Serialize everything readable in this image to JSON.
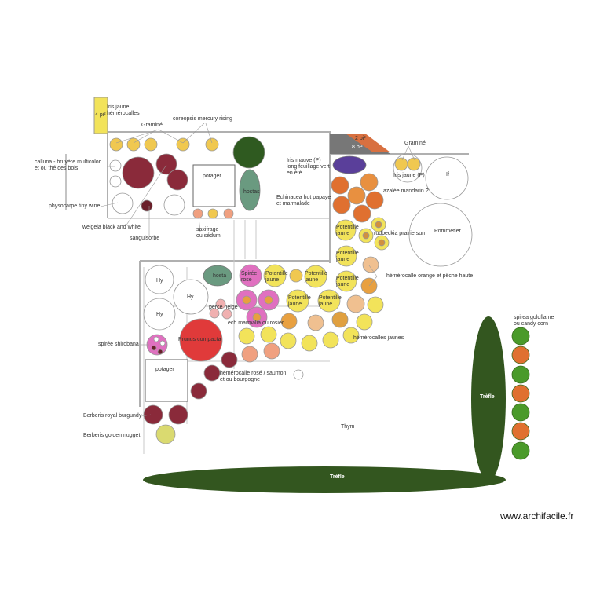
{
  "labels": {
    "iris_jaune": "Iris jaune\nhémérocalles",
    "graminee_top": "Graminé",
    "coreopsis": "coreopsis mercury rising",
    "calluna": "calluna - bruyère multicolor\net ou thé des bois",
    "physocarpe": "physocarpe tiny wine",
    "weigela": "weigela black and white",
    "sanguisorbe": "sanguisorbe",
    "saxifrage": "saxifrage\nou sédum",
    "iris_mauve": "Iris mauve (P)\nlong feuillage vert\nen été",
    "echinacea": "Echinacea hot papaye\net marmalade",
    "graminee_right": "Graminé",
    "iris_jaune_p": "Iris jaune (P)",
    "azalee": "azalée mandarin ?",
    "rudbeckia": "rudbeckia prairie sun",
    "pommetier": "Pommetier",
    "hemerocalle_orange": "hémérocalle orange et pêche haute",
    "echinacea_rosier": "ech marmalia ou rosier",
    "perce_neige": "perce neige",
    "spiree_shirobana": "spirée shirobana",
    "hemerocalle_rose": "hémérocalle rosé / saumon\net ou bourgogne",
    "hemerocalles_jaunes": "hémérocalles jaunes",
    "berberis_royal": "Berberis royal burgundy",
    "berberis_golden": "Berberis  golden nugget",
    "thym": "Thym",
    "spiree_goldflame": "spirea goldflame\nou candy corn"
  },
  "tags": {
    "potager": "potager",
    "hostas": "hostas",
    "hosta": "hosta",
    "hy": "Hy",
    "spiree_rose": "Spirée\nrose",
    "potentille": "Potentille\njaune",
    "prunus": "Prunus compacta",
    "trefle": "Trèfle",
    "area_4": "4 pi²",
    "area_2": "2 pi²",
    "area_8": "8 pi²",
    "tree_if": "If"
  },
  "colors": {
    "yellow": "#f2e35a",
    "gold": "#f0c850",
    "burgundy": "#8a2a3a",
    "wine": "#6a1f2a",
    "orange": "#e07030",
    "salmon": "#f0a080",
    "pink": "#e070c0",
    "purple": "#5a3f9a",
    "green": "#2f5a20",
    "hosta": "#6a9a80",
    "red": "#e03a3a"
  },
  "watermark": "www.archifacile.fr"
}
